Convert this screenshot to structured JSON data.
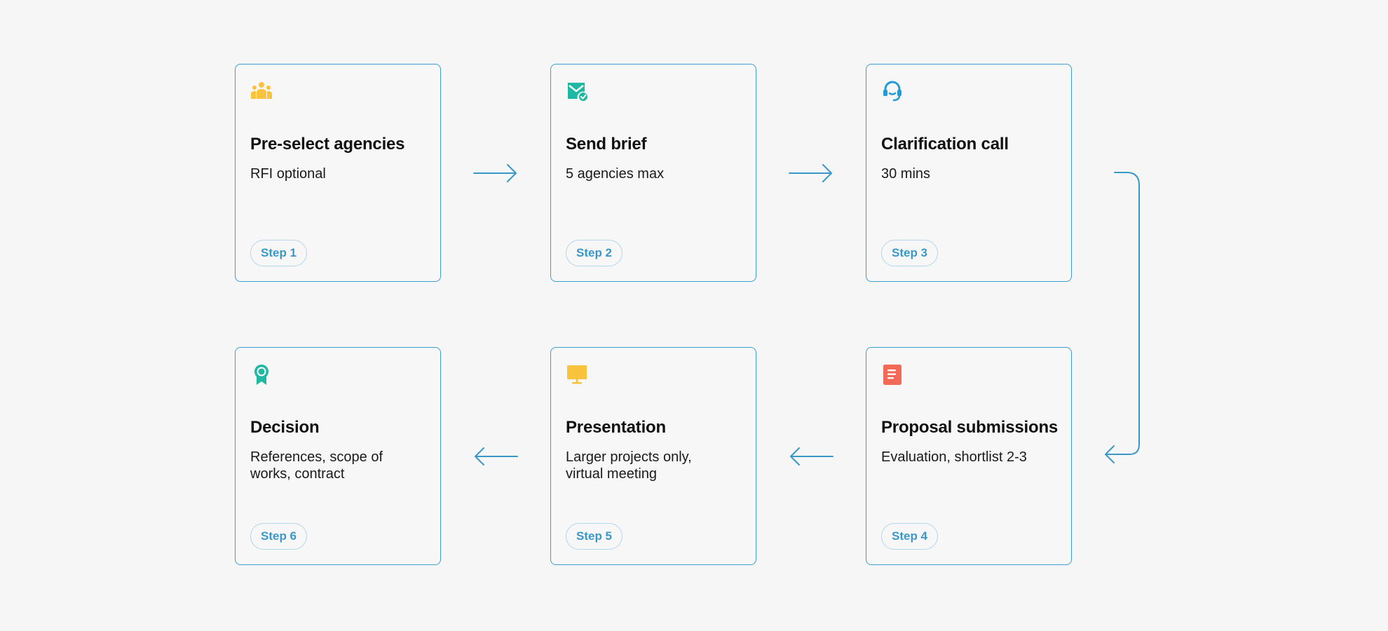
{
  "colors": {
    "border": "#3c9ecf",
    "arrow": "#3a98c9",
    "step_text": "#3a98c9",
    "background": "#f6f6f7"
  },
  "steps": [
    {
      "title": "Pre-select agencies",
      "desc": "RFI optional",
      "step": "Step 1",
      "icon": "people-group-icon",
      "icon_color": "#f9c33d"
    },
    {
      "title": "Send brief",
      "desc": "5 agencies max",
      "step": "Step 2",
      "icon": "mail-check-icon",
      "icon_color": "#1fb8a4"
    },
    {
      "title": "Clarification call",
      "desc": "30 mins",
      "step": "Step 3",
      "icon": "headset-icon",
      "icon_color": "#239bd6"
    },
    {
      "title": "Proposal submissions",
      "desc": "Evaluation, shortlist 2-3",
      "step": "Step 4",
      "icon": "document-icon",
      "icon_color": "#f26a57"
    },
    {
      "title": "Presentation",
      "desc": "Larger projects only, virtual meeting",
      "step": "Step 5",
      "icon": "presentation-screen-icon",
      "icon_color": "#f9c33d"
    },
    {
      "title": "Decision",
      "desc": "References, scope of works, contract",
      "step": "Step 6",
      "icon": "award-ribbon-icon",
      "icon_color": "#1fb8a4"
    }
  ]
}
